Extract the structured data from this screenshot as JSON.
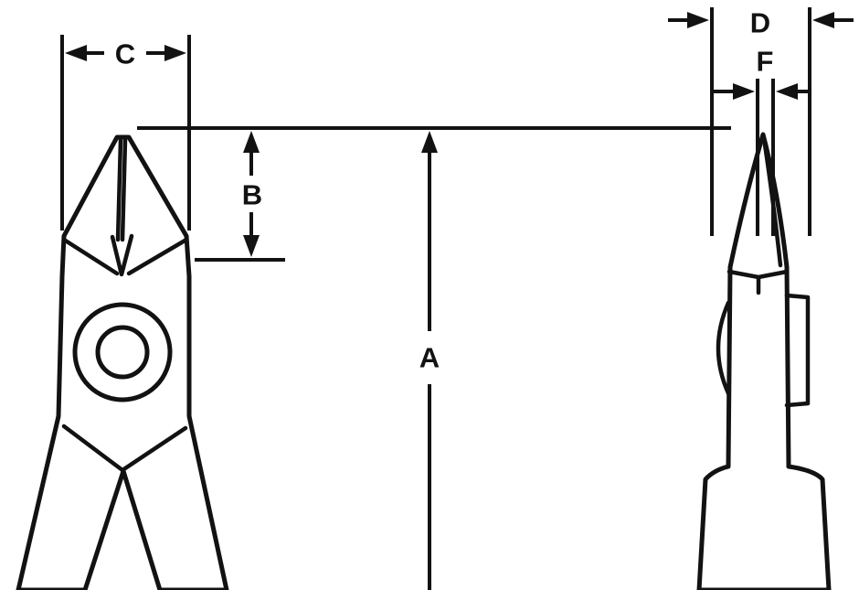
{
  "labels": {
    "a": "A",
    "b": "B",
    "c": "C",
    "d": "D",
    "f": "F"
  },
  "colors": {
    "line": "#121212",
    "background": "#ffffff"
  }
}
